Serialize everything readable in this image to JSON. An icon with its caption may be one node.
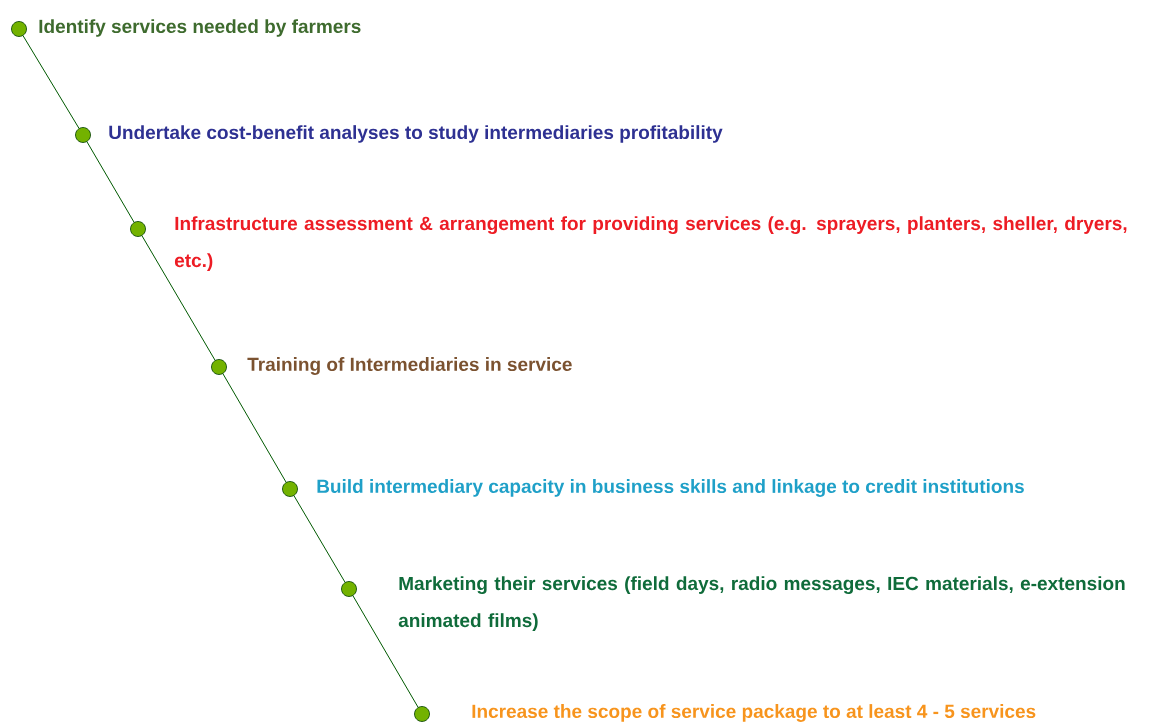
{
  "diagram": {
    "nodes": [
      {
        "text": [],
        "shape": "circle",
        "beside": [
          "Identify services needed by farmers"
        ]
      },
      {
        "text": [],
        "shape": "circle",
        "beside": [
          "Undertake cost-benefit analyses to study intermediaries profitability"
        ]
      },
      {
        "text": [],
        "shape": "circle",
        "beside": [
          "Infrastructure assessment & arrangement for providing services (e.g. sprayers, planters, sheller, dryers, etc.)"
        ]
      },
      {
        "text": [],
        "shape": "circle",
        "beside": [
          "Training of  Intermediaries in service"
        ]
      },
      {
        "text": [],
        "shape": "circle",
        "beside": [
          "Build intermediary capacity in business skills and linkage to credit institutions"
        ]
      },
      {
        "text": [],
        "shape": "circle",
        "beside": [
          "Marketing their services (field days, radio messages, IEC materials, e-extension animated films)"
        ]
      },
      {
        "text": [],
        "shape": "circle",
        "beside": [
          "Increase the scope of service package to at least 4 - 5 services"
        ]
      }
    ],
    "edges": [
      {
        "from": 0,
        "to": 1,
        "arrow": "none"
      },
      {
        "from": 1,
        "to": 2,
        "arrow": "none"
      },
      {
        "from": 2,
        "to": 3,
        "arrow": "none"
      },
      {
        "from": 3,
        "to": 4,
        "arrow": "none"
      },
      {
        "from": 4,
        "to": 5,
        "arrow": "none"
      },
      {
        "from": 5,
        "to": 6,
        "arrow": "none"
      }
    ]
  }
}
